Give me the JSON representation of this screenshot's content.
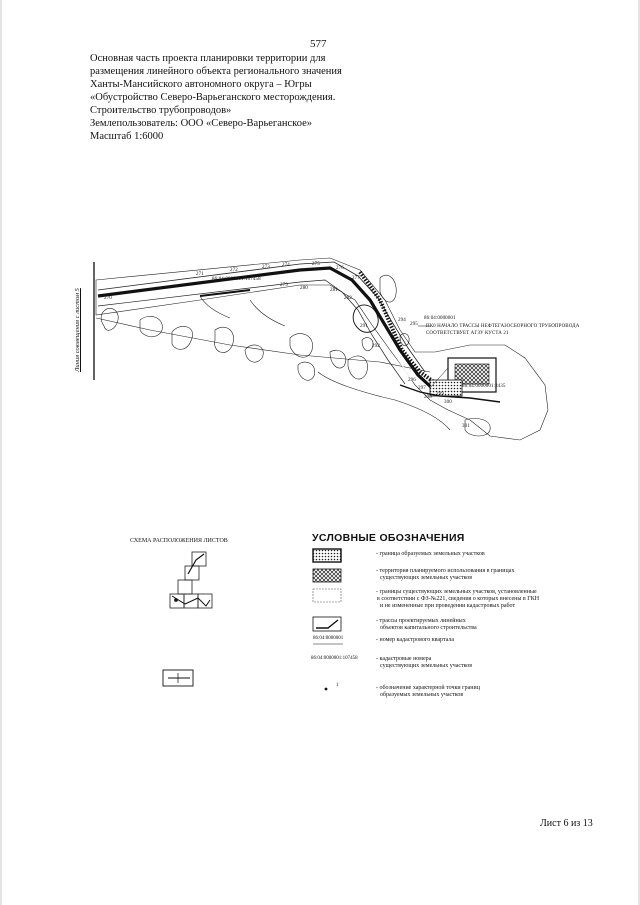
{
  "page_number": "577",
  "header": {
    "lines": [
      "Основная часть проекта планировки территории для",
      "размещения линейного объекта регионального значения",
      "Ханты-Мансийского автономного округа – Югры",
      "«Обустройство Северо-Варьеганского месторождения.",
      "Строительство трубопроводов»",
      "Землепользователь: ООО «Северо-Варьеганское»",
      "Масштаб 1:6000"
    ]
  },
  "map": {
    "side_label": "Линия совмещения с листом 5",
    "cadastral_numbers": {
      "n1": "86:04:0000001:107458",
      "n2": "86:04:0000001",
      "n3": "86:04:0000001:2435"
    },
    "annotation_line1": "ПК0 НАЧАЛО ТРАССЫ НЕФТЕГАЗОСБОРНОГО ТРУБОПРОВОДА",
    "annotation_line2": "СООТВЕТСТВУЕТ АГЗУ КУСТА 21",
    "point_labels": [
      "270",
      "271",
      "272",
      "273",
      "274",
      "275",
      "276",
      "277",
      "279",
      "280",
      "281",
      "282",
      "291",
      "292",
      "294",
      "295",
      "296",
      "297",
      "298",
      "299",
      "300",
      "301"
    ]
  },
  "schema": {
    "title": "СХЕМА РАСПОЛОЖЕНИЯ ЛИСТОВ"
  },
  "legend": {
    "title": "УСЛОВНЫЕ ОБОЗНАЧЕНИЯ",
    "items": {
      "boundary": "- граница образуемых земельных участков",
      "territory_1": "- территория планируемого использования в границах",
      "territory_2": "существующих земельных участков",
      "existing_1": "- границы существующих земельных участков, установленные",
      "existing_2": "в соответствии с ФЗ-№221, сведения о которых внесены в ГКН",
      "existing_3": "и не измененные при проведении кадастровых работ",
      "routes_1": "- трассы проектируемых линейных",
      "routes_2": "объектов капитального строительства",
      "quarter_sample": "86:04:0000001",
      "quarter": "- номер кадастрового квартала",
      "parcel_sample": "86:04:0000001:107458",
      "parcel_1": "- кадастровые номера",
      "parcel_2": "существующих земельных участков",
      "point_sample": "1",
      "point_1": "- обозначение характерной точки границ",
      "point_2": "образуемых земельных участков"
    }
  },
  "footer": "Лист 6 из 13"
}
